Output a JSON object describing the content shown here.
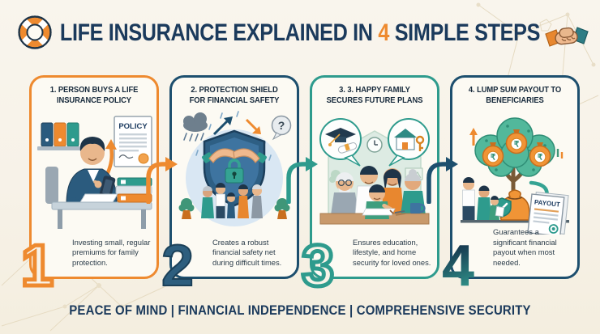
{
  "background": {
    "color": "#F7F2E8"
  },
  "header": {
    "title_prefix": "LIFE INSURANCE EXPLAINED IN",
    "title_highlight": "4",
    "title_suffix": "SIMPLE STEPS",
    "title_color": "#1B3A5C",
    "highlight_color": "#EE8A2F",
    "left_icon": "lifebuoy-icon",
    "right_icon": "handshake-icon"
  },
  "steps": [
    {
      "number": "1",
      "title": "1. PERSON BUYS A LIFE INSURANCE POLICY",
      "description": "Investing small, regular premiums for family protection.",
      "accent_color": "#EE8A2F",
      "illustration": "person-buys-policy",
      "labels": {
        "document": "POLICY"
      }
    },
    {
      "number": "2",
      "title": "2. PROTECTION SHIELD FOR FINANCIAL SAFETY",
      "description": "Creates a robust financial safety net during difficult times.",
      "accent_color": "#1D4F6E",
      "illustration": "protection-shield-family",
      "labels": {
        "question_bubble": "?"
      }
    },
    {
      "number": "3",
      "title": "3.  3. HAPPY FAMILY SECURES FUTURE PLANS",
      "description": "Ensures education, lifestyle, and home security for loved ones.",
      "accent_color": "#2E9B8D",
      "illustration": "happy-family-future-plans"
    },
    {
      "number": "4",
      "title": "4. LUMP SUM PAYOUT TO BENEFICIARIES",
      "description": "Guarantees a significant financial payout when most needed.",
      "accent_color": "#1D4F6E",
      "illustration": "money-tree-payout",
      "labels": {
        "document": "PAYOUT",
        "currency": "₹"
      }
    }
  ],
  "footer": {
    "text": "PEACE OF MIND | FINANCIAL INDEPENDENCE | COMPREHENSIVE SECURITY",
    "color": "#1B3A5C"
  }
}
